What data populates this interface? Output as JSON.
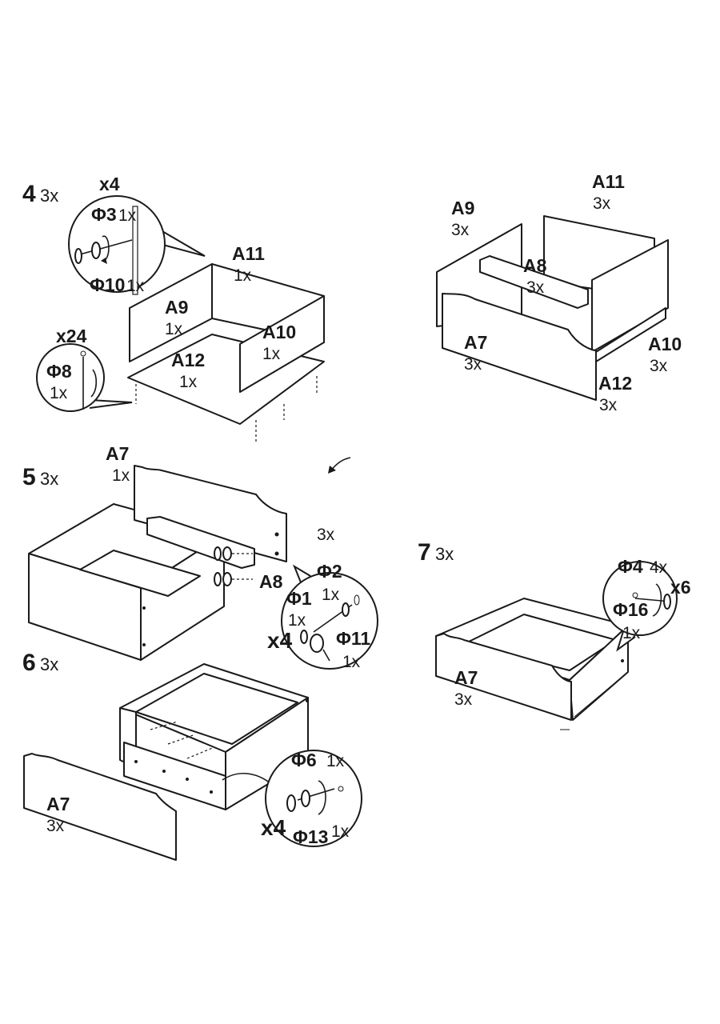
{
  "steps": {
    "s4": {
      "number": "4",
      "count": "3x",
      "callout_screws": {
        "multiplier": "x4",
        "f3": "Φ3",
        "f3_qty": "1x",
        "f10": "Φ10",
        "f10_qty": "1x"
      },
      "callout_pins": {
        "multiplier": "x24",
        "f8": "Φ8",
        "f8_qty": "1x"
      },
      "parts": {
        "a11": "A11",
        "a11_qty": "1x",
        "a9": "A9",
        "a9_qty": "1x",
        "a10": "A10",
        "a10_qty": "1x",
        "a12": "A12",
        "a12_qty": "1x"
      }
    },
    "overview": {
      "a11": "A11",
      "a11_qty": "3x",
      "a9": "A9",
      "a9_qty": "3x",
      "a8": "A8",
      "a8_qty": "3x",
      "a7": "A7",
      "a7_qty": "3x",
      "a10": "A10",
      "a10_qty": "3x",
      "a12": "A12",
      "a12_qty": "3x"
    },
    "s5": {
      "number": "5",
      "count": "3x",
      "a7": "A7",
      "a7_qty": "1x",
      "a8": "A8",
      "a8_qty": "3x",
      "callout": {
        "multiplier": "x4",
        "f2": "Φ2",
        "f2_qty": "1x",
        "f1": "Φ1",
        "f1_qty": "1x",
        "f11": "Φ11",
        "f11_qty": "1x"
      }
    },
    "s6": {
      "number": "6",
      "count": "3x",
      "a7": "A7",
      "a7_qty": "3x",
      "callout": {
        "multiplier": "x4",
        "f6": "Φ6",
        "f6_qty": "1x",
        "f13": "Φ13",
        "f13_qty": "1x"
      }
    },
    "s7": {
      "number": "7",
      "count": "3x",
      "a7": "A7",
      "a7_qty": "3x",
      "callout": {
        "multiplier": "x6",
        "f4": "Φ4",
        "f4_qty": "4x",
        "f16": "Φ16",
        "f16_qty": "1x"
      }
    }
  }
}
